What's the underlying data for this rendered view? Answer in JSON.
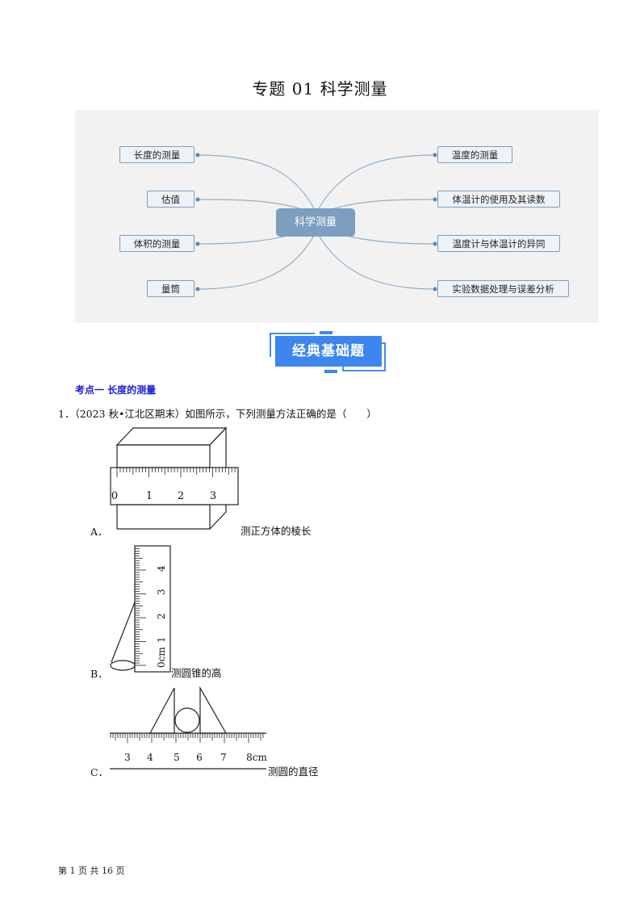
{
  "title": "专题 01  科学测量",
  "mindmap": {
    "center": "科学测量",
    "left_nodes": [
      "长度的测量",
      "估值",
      "体积的测量",
      "量筒"
    ],
    "right_nodes": [
      "温度的测量",
      "体温计的使用及其读数",
      "温度计与体温计的异同",
      "实验数据处理与误差分析"
    ]
  },
  "badge": "经典基础题",
  "section_heading": "考点一  长度的测量",
  "question": "1．（2023 秋•江北区期末）如图所示，下列测量方法正确的是（　　）",
  "options": [
    {
      "label": "A．",
      "text": "测正方体的棱长",
      "ticks": [
        "0",
        "1",
        "2",
        "3"
      ]
    },
    {
      "label": "B．",
      "text": "测圆锥的高",
      "ticks": [
        "0cm",
        "1",
        "2",
        "3",
        "4"
      ]
    },
    {
      "label": "C．",
      "text": "测圆的直径",
      "ticks": [
        "3",
        "4",
        "5",
        "6",
        "7",
        "8cm"
      ]
    }
  ],
  "footer": "第 1 页 共 16 页"
}
